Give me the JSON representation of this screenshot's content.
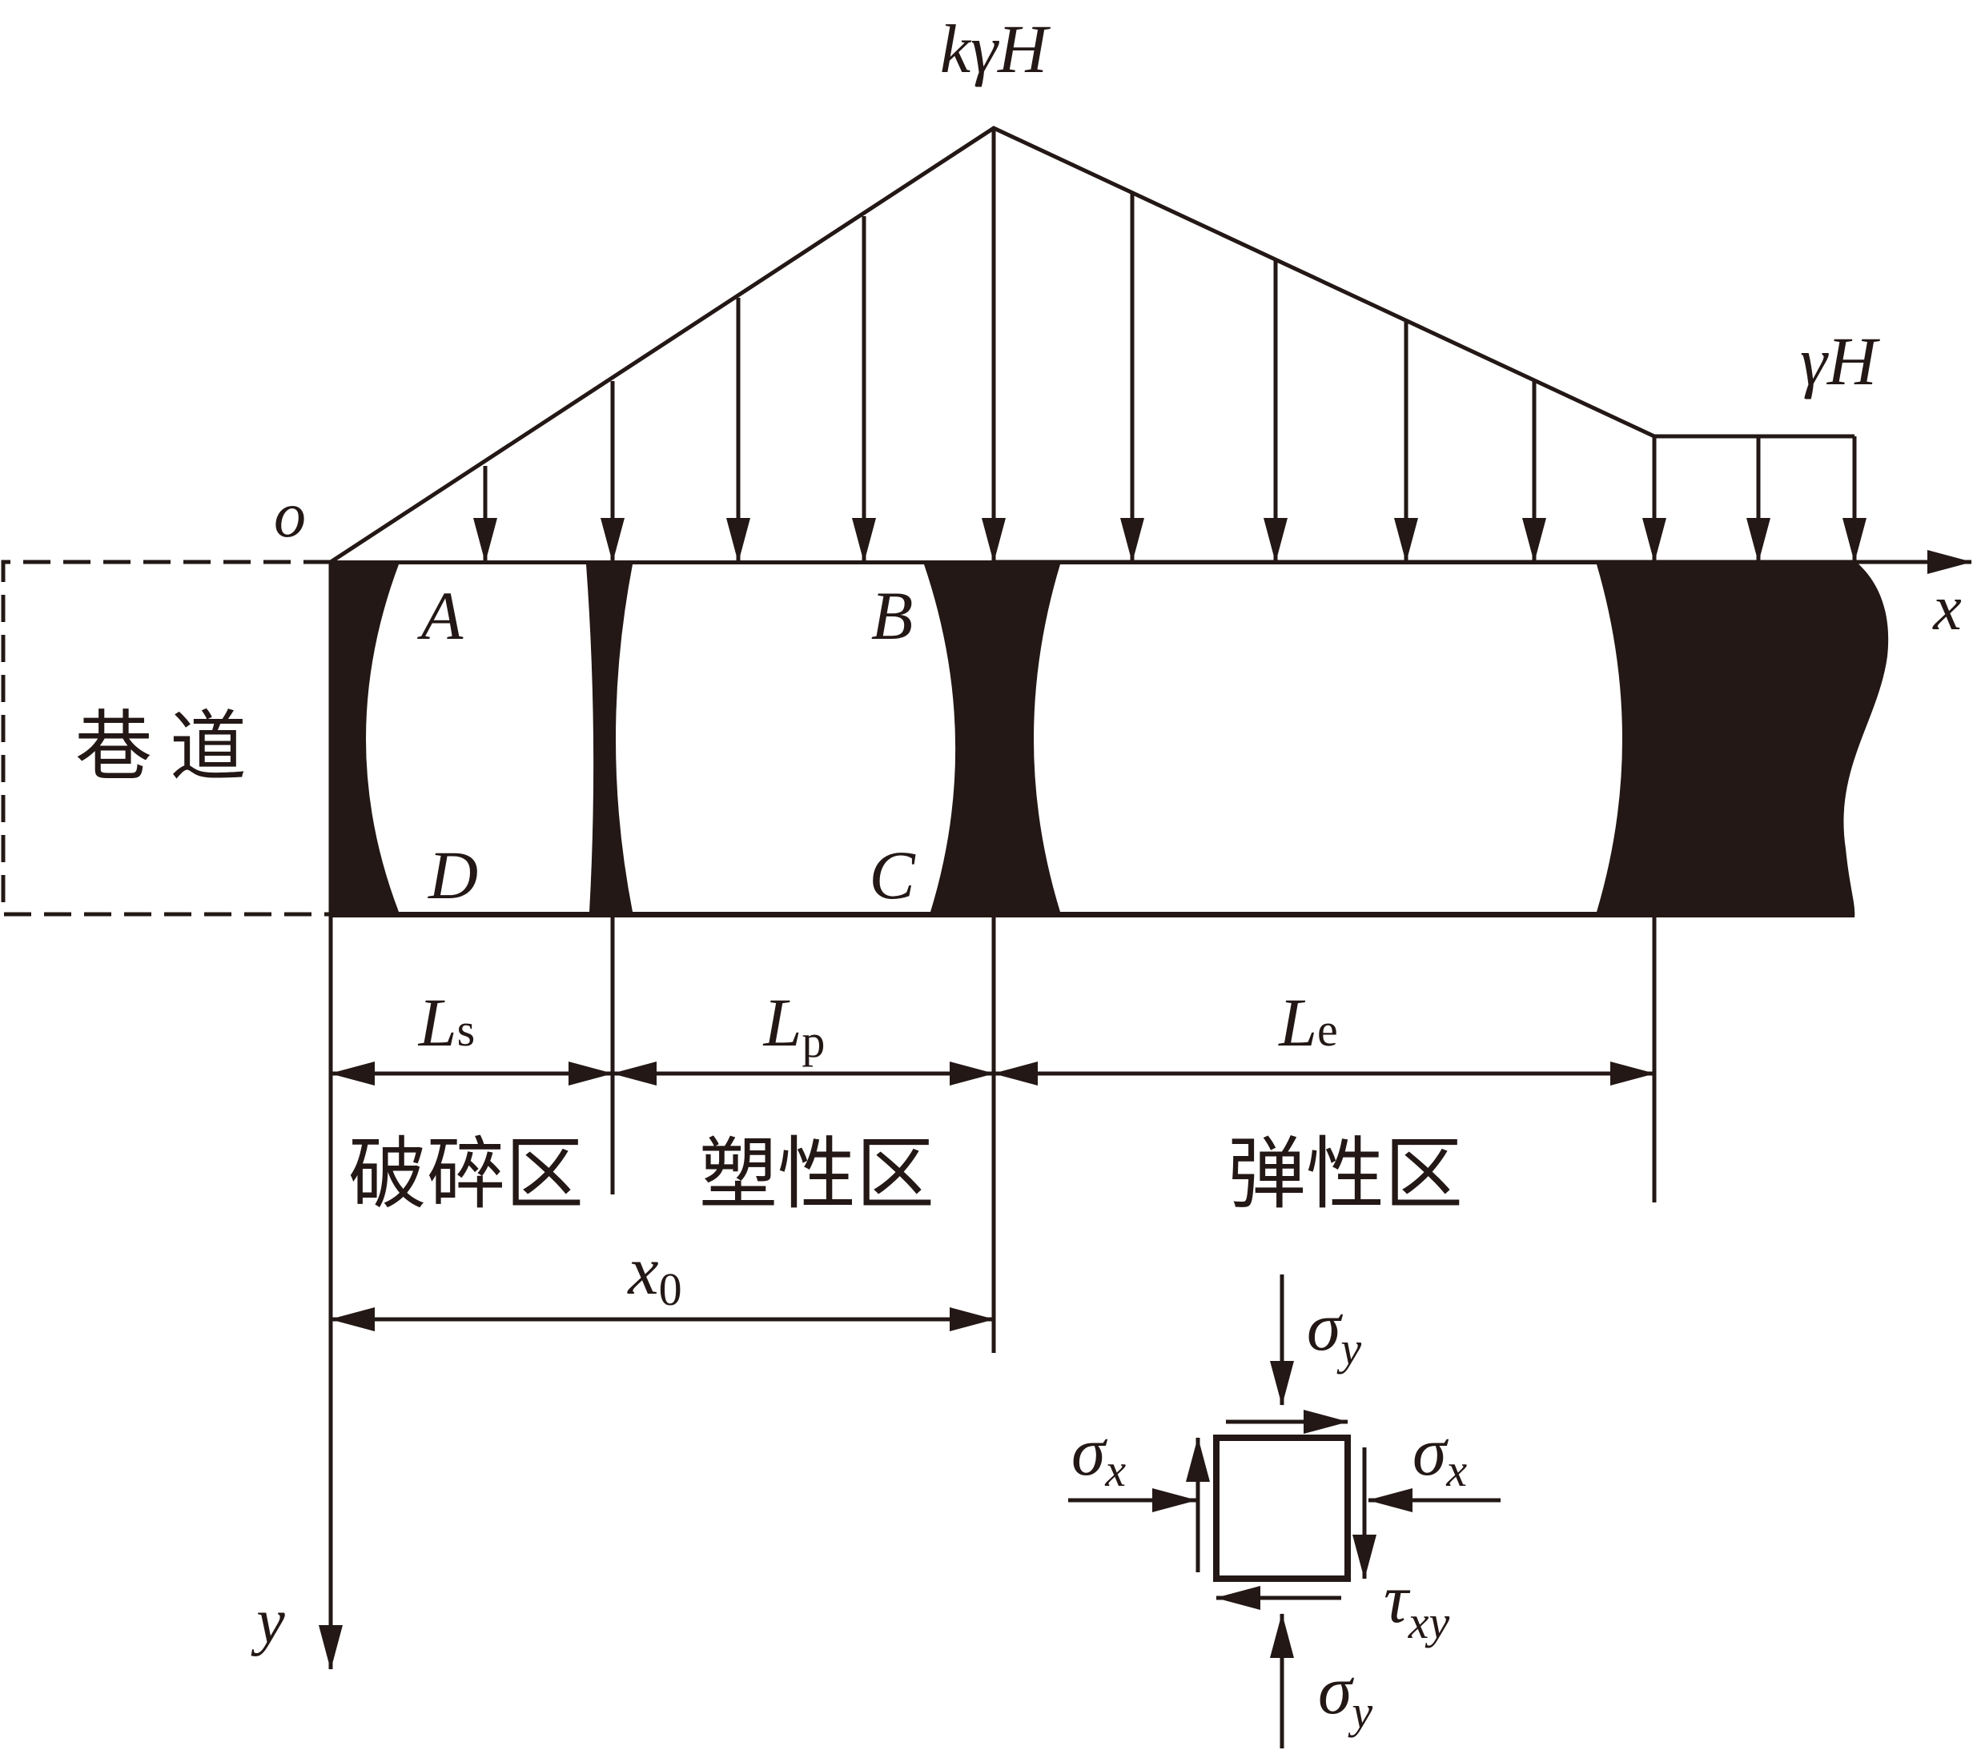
{
  "title": "",
  "labels": {
    "peak_load": "kγH",
    "far_load": "γH",
    "origin": "o",
    "x_axis": "x",
    "y_axis": "y",
    "point_a": "A",
    "point_b": "B",
    "point_c": "C",
    "point_d": "D",
    "roadway": "巷道",
    "ls_main": "L",
    "ls_sub": "s",
    "lp_main": "L",
    "lp_sub": "p",
    "le_main": "L",
    "le_sub": "e",
    "x0_main": "x",
    "x0_sub": "0",
    "zone_broken": "破碎区",
    "zone_plastic": "塑性区",
    "zone_elastic": "弹性区"
  },
  "stress_element": {
    "sigma_top_main": "σ",
    "sigma_top_sub": "y",
    "sigma_left_main": "σ",
    "sigma_left_sub": "x",
    "sigma_right_main": "σ",
    "sigma_right_sub": "x",
    "tau_main": "τ",
    "tau_sub": "xy",
    "sigma_bottom_main": "σ",
    "sigma_bottom_sub": "y"
  },
  "colors": {
    "ink": "#231815",
    "fill": "#231815",
    "background": "#ffffff"
  }
}
